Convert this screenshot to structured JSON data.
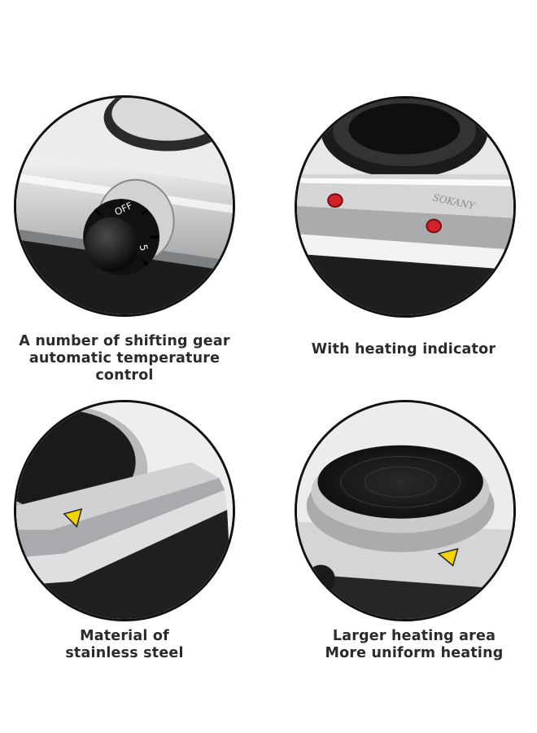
{
  "brand": "SOKANY",
  "knob": {
    "off_label": "OFF",
    "level_label": "5"
  },
  "features": [
    {
      "lines": [
        "A number of shifting gear",
        "automatic temperature",
        "control"
      ]
    },
    {
      "lines": [
        "With heating indicator"
      ]
    },
    {
      "lines": [
        "Material of",
        "stainless steel"
      ]
    },
    {
      "lines": [
        "Larger heating area",
        "More uniform heating"
      ]
    }
  ],
  "colors": {
    "steel": "#c9cbcd",
    "hotplate": "#1a1a1a",
    "indicator": "#d2232a",
    "warning": "#f2d200",
    "caption_text": "#2b2b2b"
  },
  "icons": [
    "control-knob-icon",
    "indicator-light-icon",
    "warning-triangle-icon"
  ]
}
